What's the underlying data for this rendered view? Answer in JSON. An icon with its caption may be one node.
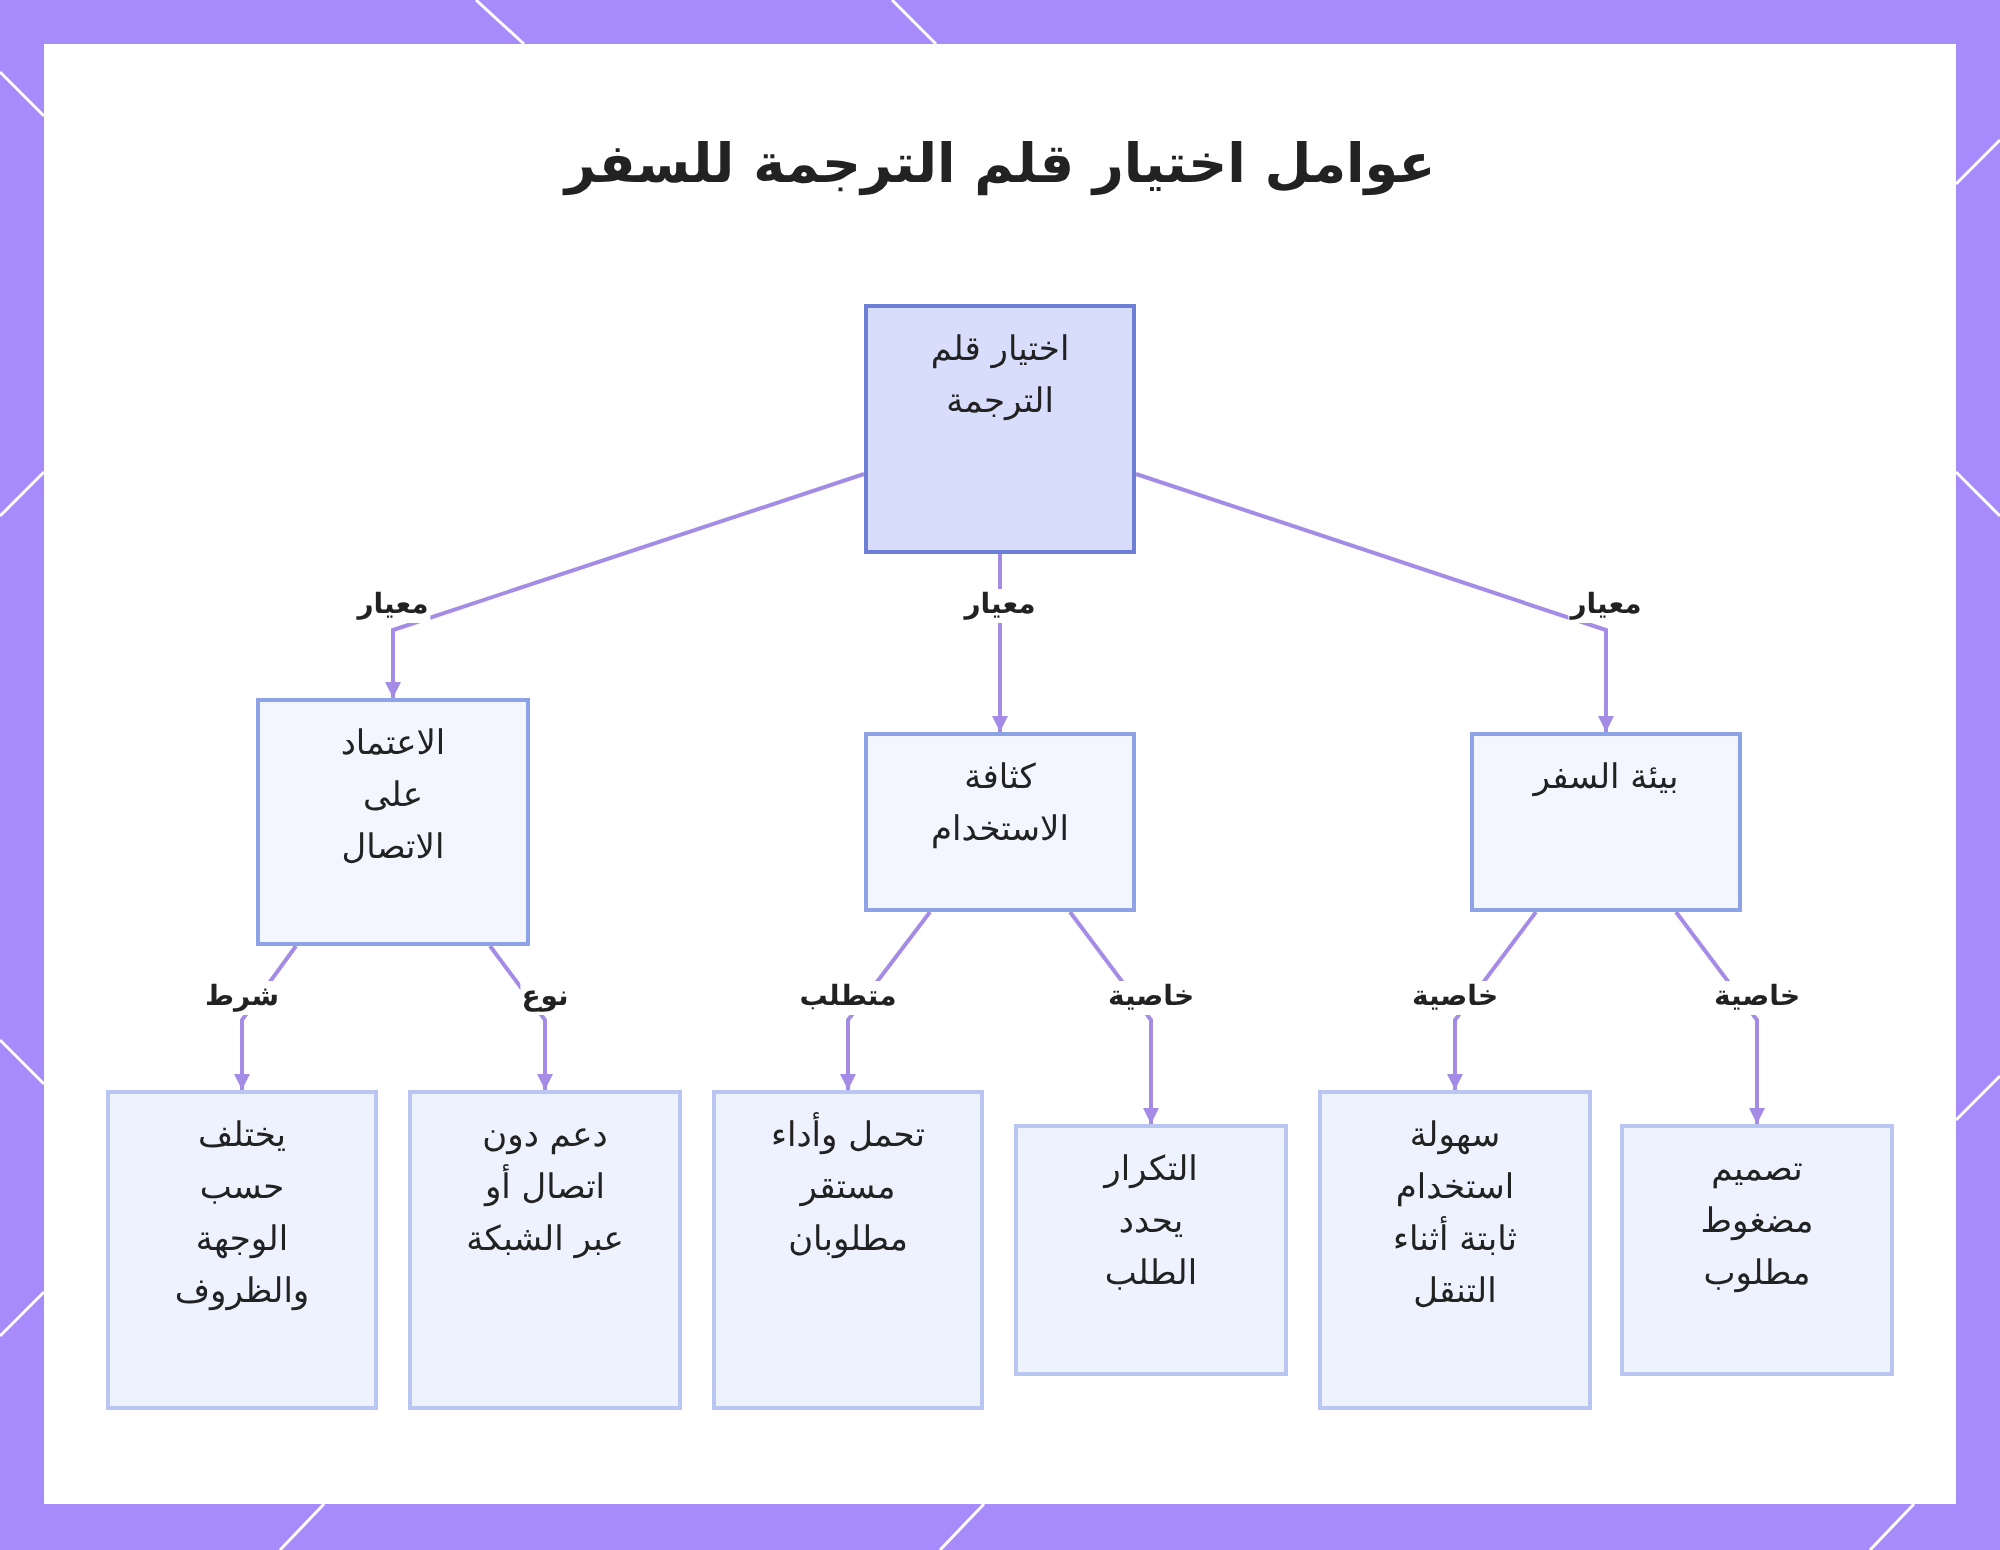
{
  "diagram": {
    "title": "عوامل اختيار قلم الترجمة للسفر",
    "nodes": [
      {
        "text": [
          "اختيار قلم الترجمة"
        ]
      },
      {
        "text": [
          "الاعتماد على الاتصال"
        ]
      },
      {
        "text": [
          "كثافة الاستخدام"
        ]
      },
      {
        "text": [
          "بيئة السفر"
        ]
      },
      {
        "text": [
          "يختلف حسب الوجهة والظروف"
        ]
      },
      {
        "text": [
          "دعم دون اتصال أو عبر الشبكة"
        ]
      },
      {
        "text": [
          "تحمل وأداء مستقر مطلوبان"
        ]
      },
      {
        "text": [
          "التكرار يحدد الطلب"
        ]
      },
      {
        "text": [
          "سهولة استخدام ثابتة أثناء التنقل"
        ]
      },
      {
        "text": [
          "تصميم مضغوط مطلوب"
        ]
      }
    ],
    "edges": [
      {
        "from": 0,
        "to": 1,
        "arrow": "to",
        "label": "معيار"
      },
      {
        "from": 0,
        "to": 2,
        "arrow": "to",
        "label": "معيار"
      },
      {
        "from": 0,
        "to": 3,
        "arrow": "to",
        "label": "معيار"
      },
      {
        "from": 1,
        "to": 4,
        "arrow": "to",
        "label": "شرط"
      },
      {
        "from": 1,
        "to": 5,
        "arrow": "to",
        "label": "نوع"
      },
      {
        "from": 2,
        "to": 6,
        "arrow": "to",
        "label": "متطلب"
      },
      {
        "from": 2,
        "to": 7,
        "arrow": "to",
        "label": "خاصية"
      },
      {
        "from": 3,
        "to": 8,
        "arrow": "to",
        "label": "خاصية"
      },
      {
        "from": 3,
        "to": 9,
        "arrow": "to",
        "label": "خاصية"
      }
    ]
  }
}
